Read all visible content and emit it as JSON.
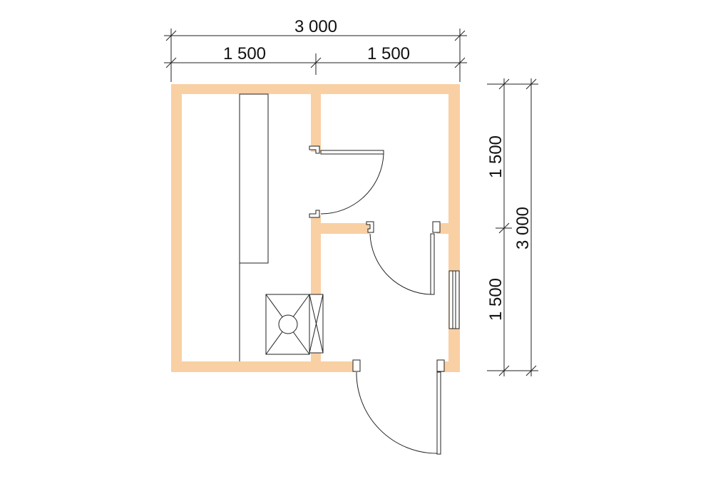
{
  "colors": {
    "wall": "#f9d0a4",
    "line": "#222222",
    "background": "#ffffff"
  },
  "dimensions": {
    "top_total": "3 000",
    "top_left": "1 500",
    "top_right": "1 500",
    "right_top": "1 500",
    "right_bottom": "1 500",
    "right_total": "3 000"
  },
  "icons": {
    "stove": "stove-icon",
    "doors": "door-swing-icon",
    "window": "window-icon"
  }
}
